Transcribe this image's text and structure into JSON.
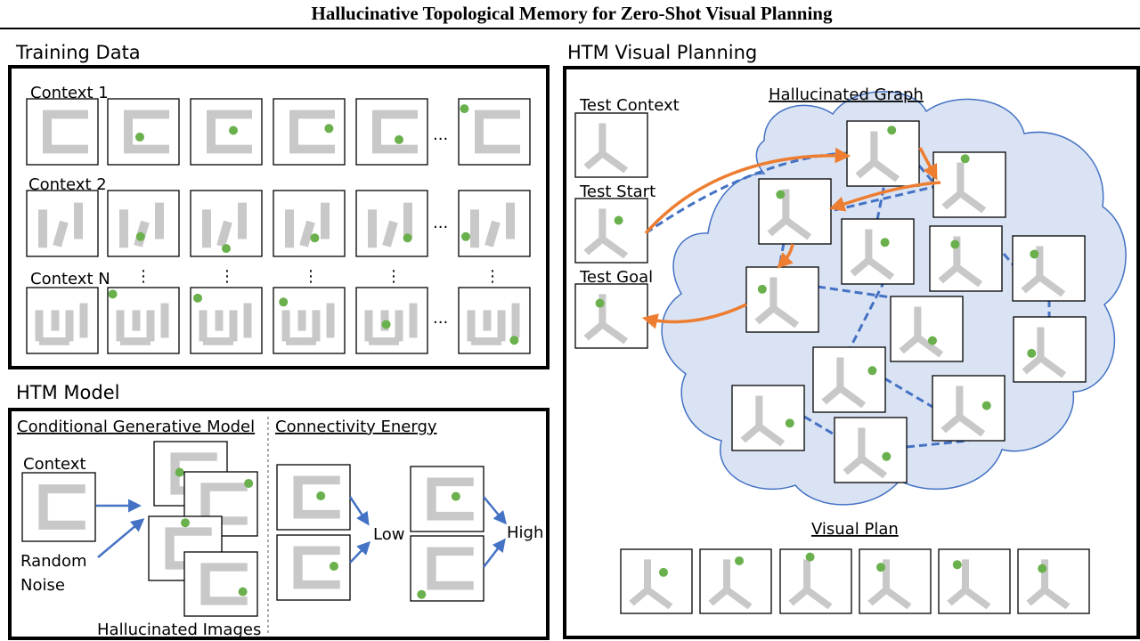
{
  "title": "Hallucinative Topological Memory for Zero-Shot Visual Planning",
  "training": {
    "heading": "Training Data",
    "context1": "Context 1",
    "context2": "Context 2",
    "contextN": "Context N",
    "ellipsis": "...",
    "vdots": "⋮"
  },
  "model": {
    "heading": "HTM Model",
    "cgm": "Conditional Generative Model",
    "energy": "Connectivity Energy",
    "context": "Context",
    "random": "Random",
    "noise": "Noise",
    "hallucinated": "Hallucinated Images",
    "low": "Low",
    "high": "High"
  },
  "planning": {
    "heading": "HTM Visual Planning",
    "test_context": "Test Context",
    "test_start": "Test Start",
    "test_goal": "Test Goal",
    "graph": "Hallucinated Graph",
    "visual_plan": "Visual Plan"
  },
  "colors": {
    "goal_dot": "#6ab04c",
    "walls": "#c8c8c8",
    "graph_edges": "#4472c4",
    "plan_path": "#ed7d31",
    "cloud": "#dae3f3"
  }
}
